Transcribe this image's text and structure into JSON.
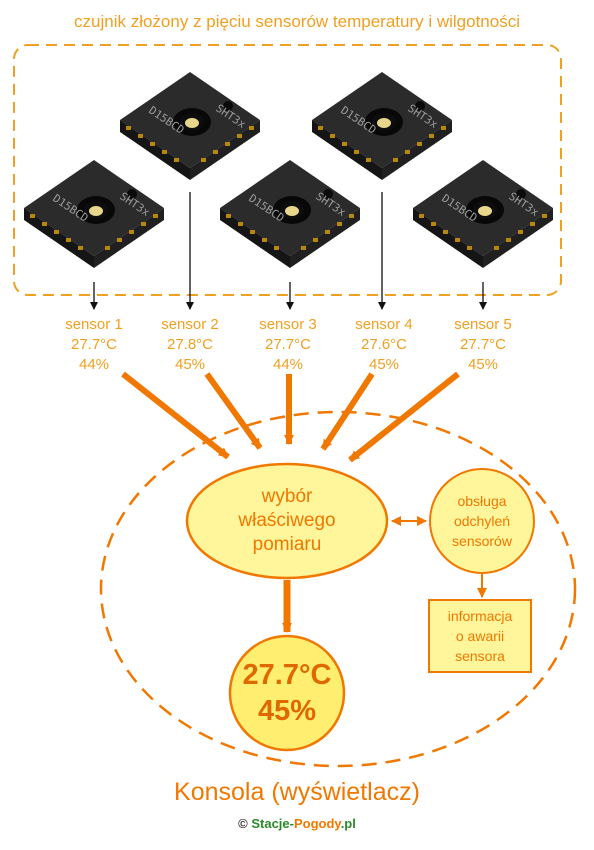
{
  "header": "czujnik złożony z pięciu sensorów temperatury i wilgotności",
  "chip": {
    "top_marking": "SHT3x",
    "side_marking": "D15BCD"
  },
  "sensors": [
    {
      "name": "sensor 1",
      "temperature": "27.7°C",
      "humidity": "44%"
    },
    {
      "name": "sensor 2",
      "temperature": "27.8°C",
      "humidity": "45%"
    },
    {
      "name": "sensor 3",
      "temperature": "27.7°C",
      "humidity": "44%"
    },
    {
      "name": "sensor 4",
      "temperature": "27.6°C",
      "humidity": "45%"
    },
    {
      "name": "sensor 5",
      "temperature": "27.7°C",
      "humidity": "45%"
    }
  ],
  "selection": {
    "line1": "wybór",
    "line2": "właściwego",
    "line3": "pomiaru"
  },
  "deviation": {
    "line1": "obsługa",
    "line2": "odchyleń",
    "line3": "sensorów"
  },
  "failure": {
    "line1": "informacja",
    "line2": "o awarii",
    "line3": "sensora"
  },
  "result": {
    "temperature": "27.7°C",
    "humidity": "45%"
  },
  "console_label": "Konsola (wyświetlacz)",
  "copyright": {
    "symbol": "©",
    "part1": "Stacje-",
    "part2": "Pogody",
    "part3": ".pl"
  },
  "colors": {
    "orange": "#f07800",
    "light_orange": "#f0a020",
    "fill_yellow": "#fff59a",
    "result_fill": "#ffee70",
    "chip_body": "#2a2a2a",
    "copyright_green": "#2a8a2a"
  }
}
